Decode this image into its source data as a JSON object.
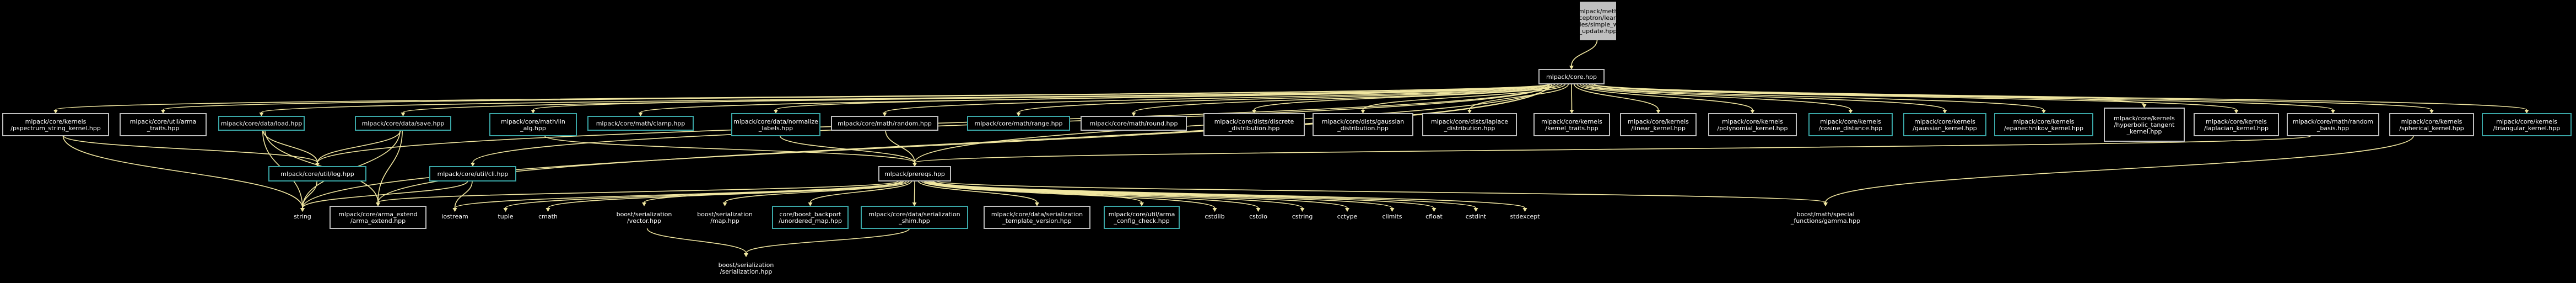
{
  "graph": {
    "nodes": [
      {
        "id": "root",
        "label": [
          "src/mlpack/methods",
          "/perceptron/learning",
          "_policies/simple_weight",
          "_update.hpp"
        ],
        "style": "root"
      },
      {
        "id": "core",
        "label": [
          "mlpack/core.hpp"
        ],
        "style": "white"
      },
      {
        "id": "pspectrum",
        "label": [
          "mlpack/core/kernels",
          "/pspectrum_string_kernel.hpp"
        ],
        "style": "white"
      },
      {
        "id": "arma_traits",
        "label": [
          "mlpack/core/util/arma",
          "_traits.hpp"
        ],
        "style": "white"
      },
      {
        "id": "load",
        "label": [
          "mlpack/core/data/load.hpp"
        ],
        "style": "teal"
      },
      {
        "id": "save",
        "label": [
          "mlpack/core/data/save.hpp"
        ],
        "style": "teal"
      },
      {
        "id": "lin_alg",
        "label": [
          "mlpack/core/math/lin",
          "_alg.hpp"
        ],
        "style": "teal"
      },
      {
        "id": "clamp",
        "label": [
          "mlpack/core/math/clamp.hpp"
        ],
        "style": "teal"
      },
      {
        "id": "normalize",
        "label": [
          "mlpack/core/data/normalize",
          "_labels.hpp"
        ],
        "style": "teal"
      },
      {
        "id": "random",
        "label": [
          "mlpack/core/math/random.hpp"
        ],
        "style": "white"
      },
      {
        "id": "range",
        "label": [
          "mlpack/core/math/range.hpp"
        ],
        "style": "teal"
      },
      {
        "id": "round",
        "label": [
          "mlpack/core/math/round.hpp"
        ],
        "style": "white"
      },
      {
        "id": "discrete",
        "label": [
          "mlpack/core/dists/discrete",
          "_distribution.hpp"
        ],
        "style": "white"
      },
      {
        "id": "gaussian_dist",
        "label": [
          "mlpack/core/dists/gaussian",
          "_distribution.hpp"
        ],
        "style": "white"
      },
      {
        "id": "laplace_dist",
        "label": [
          "mlpack/core/dists/laplace",
          "_distribution.hpp"
        ],
        "style": "white"
      },
      {
        "id": "kernel_traits",
        "label": [
          "mlpack/core/kernels",
          "/kernel_traits.hpp"
        ],
        "style": "white"
      },
      {
        "id": "linear_kernel",
        "label": [
          "mlpack/core/kernels",
          "/linear_kernel.hpp"
        ],
        "style": "white"
      },
      {
        "id": "poly_kernel",
        "label": [
          "mlpack/core/kernels",
          "/polynomial_kernel.hpp"
        ],
        "style": "white"
      },
      {
        "id": "cosine",
        "label": [
          "mlpack/core/kernels",
          "/cosine_distance.hpp"
        ],
        "style": "teal"
      },
      {
        "id": "gaussian_kernel",
        "label": [
          "mlpack/core/kernels",
          "/gaussian_kernel.hpp"
        ],
        "style": "teal"
      },
      {
        "id": "epanechnikov",
        "label": [
          "mlpack/core/kernels",
          "/epanechnikov_kernel.hpp"
        ],
        "style": "teal"
      },
      {
        "id": "hyperbolic",
        "label": [
          "mlpack/core/kernels",
          "/hyperbolic_tangent",
          "_kernel.hpp"
        ],
        "style": "white"
      },
      {
        "id": "laplacian",
        "label": [
          "mlpack/core/kernels",
          "/laplacian_kernel.hpp"
        ],
        "style": "white"
      },
      {
        "id": "random_basis",
        "label": [
          "mlpack/core/math/random",
          "_basis.hpp"
        ],
        "style": "white"
      },
      {
        "id": "spherical",
        "label": [
          "mlpack/core/kernels",
          "/spherical_kernel.hpp"
        ],
        "style": "white"
      },
      {
        "id": "triangular",
        "label": [
          "mlpack/core/kernels",
          "/triangular_kernel.hpp"
        ],
        "style": "teal"
      },
      {
        "id": "log",
        "label": [
          "mlpack/core/util/log.hpp"
        ],
        "style": "teal"
      },
      {
        "id": "prereqs",
        "label": [
          "mlpack/prereqs.hpp"
        ],
        "style": "white"
      },
      {
        "id": "cli",
        "label": [
          "mlpack/core/util/cli.hpp"
        ],
        "style": "teal"
      },
      {
        "id": "string",
        "label": [
          "string"
        ],
        "style": "plain"
      },
      {
        "id": "arma_extend",
        "label": [
          "mlpack/core/arma_extend",
          "/arma_extend.hpp"
        ],
        "style": "white"
      },
      {
        "id": "iostream",
        "label": [
          "iostream"
        ],
        "style": "plain"
      },
      {
        "id": "tuple",
        "label": [
          "tuple"
        ],
        "style": "plain"
      },
      {
        "id": "cmath",
        "label": [
          "cmath"
        ],
        "style": "plain"
      },
      {
        "id": "bs_vector",
        "label": [
          "boost/serialization",
          "/vector.hpp"
        ],
        "style": "plain"
      },
      {
        "id": "bs_map",
        "label": [
          "boost/serialization",
          "/map.hpp"
        ],
        "style": "plain"
      },
      {
        "id": "unordered_map",
        "label": [
          "core/boost_backport",
          "/unordered_map.hpp"
        ],
        "style": "teal"
      },
      {
        "id": "ser_shim",
        "label": [
          "mlpack/core/data/serialization",
          "_shim.hpp"
        ],
        "style": "teal"
      },
      {
        "id": "ser_template",
        "label": [
          "mlpack/core/data/serialization",
          "_template_version.hpp"
        ],
        "style": "white"
      },
      {
        "id": "arma_config",
        "label": [
          "mlpack/core/util/arma",
          "_config_check.hpp"
        ],
        "style": "teal"
      },
      {
        "id": "cstdlib",
        "label": [
          "cstdlib"
        ],
        "style": "plain"
      },
      {
        "id": "cstdio",
        "label": [
          "cstdio"
        ],
        "style": "plain"
      },
      {
        "id": "cstring",
        "label": [
          "cstring"
        ],
        "style": "plain"
      },
      {
        "id": "cctype",
        "label": [
          "cctype"
        ],
        "style": "plain"
      },
      {
        "id": "climits",
        "label": [
          "climits"
        ],
        "style": "plain"
      },
      {
        "id": "cfloat",
        "label": [
          "cfloat"
        ],
        "style": "plain"
      },
      {
        "id": "cstdint",
        "label": [
          "cstdint"
        ],
        "style": "plain"
      },
      {
        "id": "stdexcept",
        "label": [
          "stdexcept"
        ],
        "style": "plain"
      },
      {
        "id": "gamma",
        "label": [
          "boost/math/special",
          "_functions/gamma.hpp"
        ],
        "style": "plain"
      },
      {
        "id": "bs_serialization",
        "label": [
          "boost/serialization",
          "/serialization.hpp"
        ],
        "style": "plain"
      }
    ],
    "edges": [
      [
        "root",
        "core"
      ],
      [
        "core",
        "pspectrum"
      ],
      [
        "core",
        "arma_traits"
      ],
      [
        "core",
        "load"
      ],
      [
        "core",
        "save"
      ],
      [
        "core",
        "lin_alg"
      ],
      [
        "core",
        "clamp"
      ],
      [
        "core",
        "normalize"
      ],
      [
        "core",
        "random"
      ],
      [
        "core",
        "range"
      ],
      [
        "core",
        "round"
      ],
      [
        "core",
        "discrete"
      ],
      [
        "core",
        "gaussian_dist"
      ],
      [
        "core",
        "laplace_dist"
      ],
      [
        "core",
        "kernel_traits"
      ],
      [
        "core",
        "linear_kernel"
      ],
      [
        "core",
        "poly_kernel"
      ],
      [
        "core",
        "cosine"
      ],
      [
        "core",
        "gaussian_kernel"
      ],
      [
        "core",
        "epanechnikov"
      ],
      [
        "core",
        "hyperbolic"
      ],
      [
        "core",
        "laplacian"
      ],
      [
        "core",
        "random_basis"
      ],
      [
        "core",
        "spherical"
      ],
      [
        "core",
        "triangular"
      ],
      [
        "core",
        "log"
      ],
      [
        "core",
        "prereqs"
      ],
      [
        "core",
        "cli"
      ],
      [
        "core",
        "string"
      ],
      [
        "core",
        "arma_extend"
      ],
      [
        "pspectrum",
        "string"
      ],
      [
        "pspectrum",
        "log"
      ],
      [
        "load",
        "log"
      ],
      [
        "load",
        "string"
      ],
      [
        "load",
        "arma_extend"
      ],
      [
        "save",
        "log"
      ],
      [
        "save",
        "string"
      ],
      [
        "save",
        "arma_extend"
      ],
      [
        "lin_alg",
        "prereqs"
      ],
      [
        "normalize",
        "prereqs"
      ],
      [
        "random",
        "prereqs"
      ],
      [
        "random_basis",
        "prereqs"
      ],
      [
        "spherical",
        "gamma"
      ],
      [
        "cli",
        "string"
      ],
      [
        "cli",
        "iostream"
      ],
      [
        "log",
        "string"
      ],
      [
        "prereqs",
        "arma_extend"
      ],
      [
        "prereqs",
        "iostream"
      ],
      [
        "prereqs",
        "tuple"
      ],
      [
        "prereqs",
        "cmath"
      ],
      [
        "prereqs",
        "bs_vector"
      ],
      [
        "prereqs",
        "bs_map"
      ],
      [
        "prereqs",
        "unordered_map"
      ],
      [
        "prereqs",
        "ser_shim"
      ],
      [
        "prereqs",
        "ser_template"
      ],
      [
        "prereqs",
        "arma_config"
      ],
      [
        "prereqs",
        "cstdlib"
      ],
      [
        "prereqs",
        "cstdio"
      ],
      [
        "prereqs",
        "cstring"
      ],
      [
        "prereqs",
        "cctype"
      ],
      [
        "prereqs",
        "climits"
      ],
      [
        "prereqs",
        "cfloat"
      ],
      [
        "prereqs",
        "cstdint"
      ],
      [
        "prereqs",
        "stdexcept"
      ],
      [
        "prereqs",
        "gamma"
      ],
      [
        "ser_shim",
        "bs_serialization"
      ],
      [
        "bs_vector",
        "bs_serialization"
      ]
    ]
  }
}
